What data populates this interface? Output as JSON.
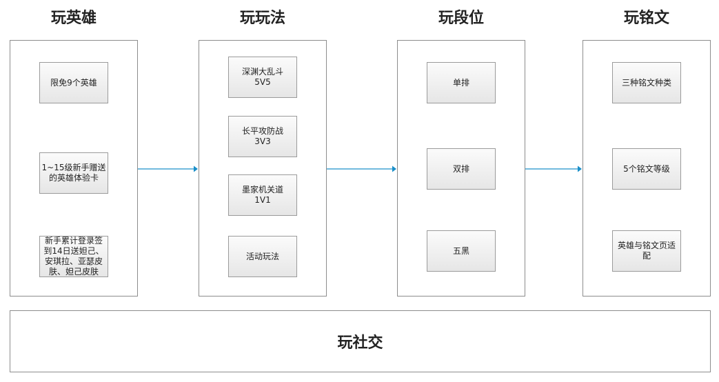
{
  "columns": [
    {
      "title": "玩英雄",
      "items": [
        "限免9个英雄",
        "1~15级新手赠送\n的英雄体验卡",
        "新手累计登录签\n到14日送妲己、\n安琪拉、亚瑟皮\n肤、妲己皮肤"
      ]
    },
    {
      "title": "玩玩法",
      "items": [
        "深渊大乱斗\n5V5",
        "长平攻防战\n3V3",
        "墨家机关道\n1V1",
        "活动玩法"
      ]
    },
    {
      "title": "玩段位",
      "items": [
        "单排",
        "双排",
        "五黑"
      ]
    },
    {
      "title": "玩铭文",
      "items": [
        "三种铭文种类",
        "5个铭文等级",
        "英雄与铭文页适\n配"
      ]
    }
  ],
  "bottom": {
    "label": "玩社交"
  },
  "colors": {
    "arrow": "#1a8fc9",
    "border": "#8c8c8c"
  }
}
